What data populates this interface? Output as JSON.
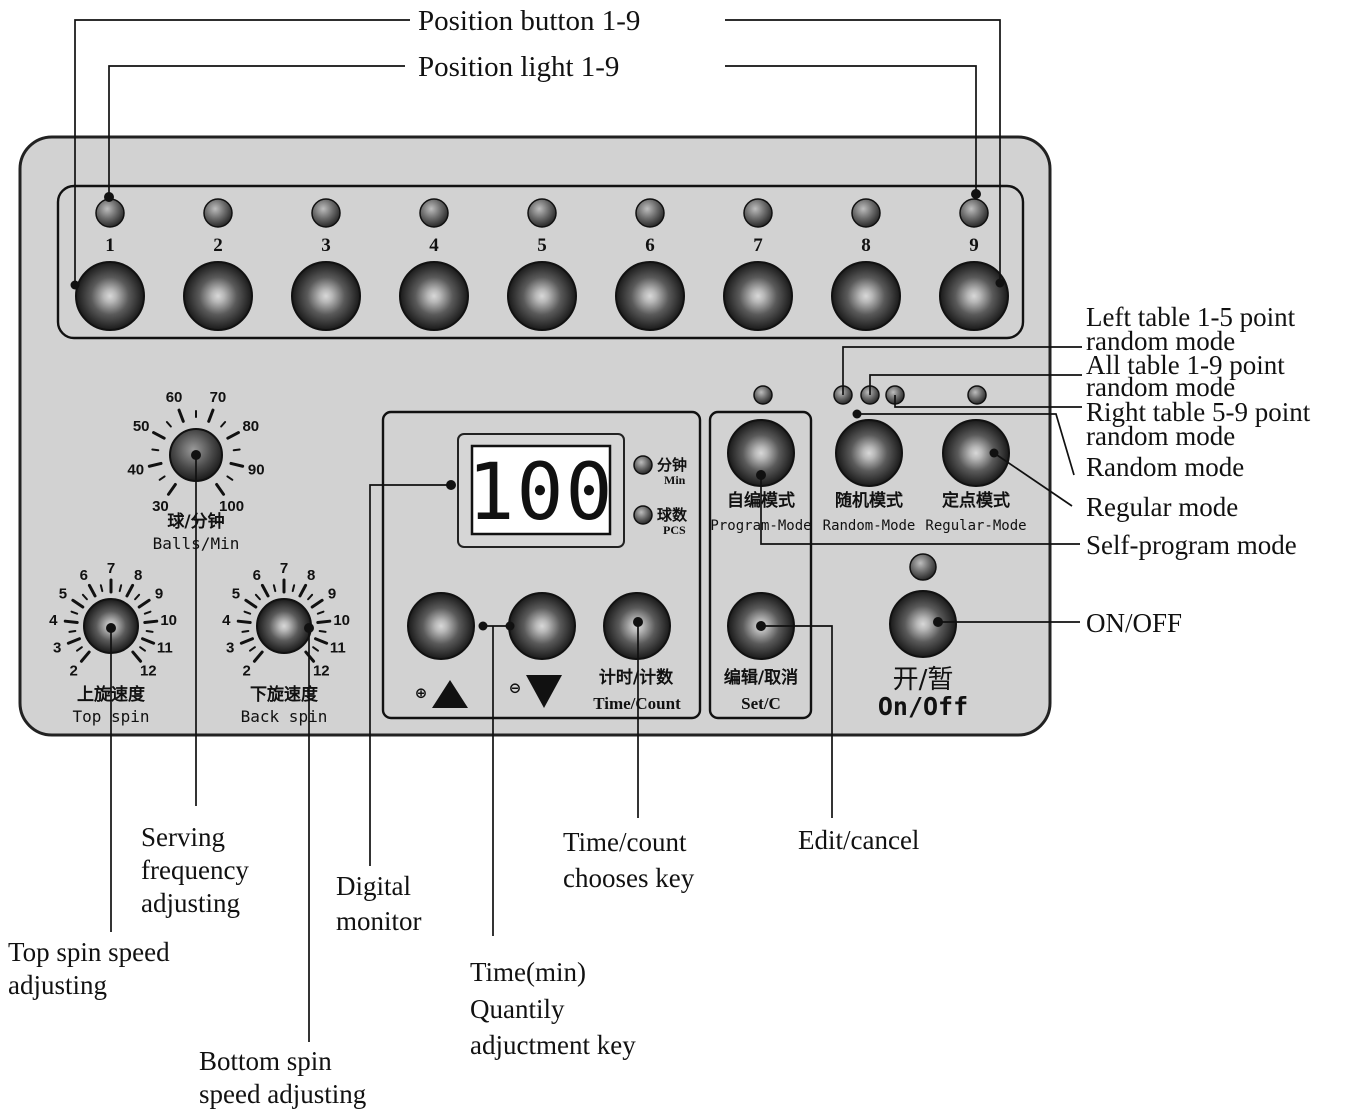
{
  "callouts": {
    "position_button": "Position button 1-9",
    "position_light": "Position light  1-9",
    "left_table_line1": "Left  table 1-5 point",
    "left_table_line2": "random mode",
    "all_table_line1": "All table 1-9 point",
    "all_table_line2": "random mode",
    "right_table_line1": "Right table 5-9 point",
    "right_table_line2": "random mode",
    "random_mode": "Random mode",
    "regular_mode": "Regular mode",
    "self_program_mode": "Self-program mode",
    "on_off": "ON/OFF",
    "serving_line1": "Serving",
    "serving_line2": "frequency",
    "serving_line3": "adjusting",
    "topspin_line1": "Top spin speed",
    "topspin_line2": "adjusting",
    "bottomspin_line1": "Bottom spin",
    "bottomspin_line2": "speed adjusting",
    "digital_line1": "Digital",
    "digital_line2": "monitor",
    "time_line1": "Time(min)",
    "time_line2": "Quantily",
    "time_line3": "adjuctment key",
    "timecount_line1": "Time/count",
    "timecount_line2": "chooses key",
    "edit_cancel": "Edit/cancel"
  },
  "positions": [
    "1",
    "2",
    "3",
    "4",
    "5",
    "6",
    "7",
    "8",
    "9"
  ],
  "frequency_dial": {
    "scale": [
      "30",
      "40",
      "50",
      "60",
      "70",
      "80",
      "90",
      "100"
    ],
    "label_zh": "球/分钟",
    "label_en": "Balls/Min"
  },
  "topspin_dial": {
    "scale": [
      "2",
      "3",
      "4",
      "5",
      "6",
      "7",
      "8",
      "9",
      "10",
      "11",
      "12"
    ],
    "label_zh": "上旋速度",
    "label_en": "Top spin"
  },
  "backspin_dial": {
    "scale": [
      "2",
      "3",
      "4",
      "5",
      "6",
      "7",
      "8",
      "9",
      "10",
      "11",
      "12"
    ],
    "label_zh": "下旋速度",
    "label_en": "Back spin"
  },
  "display": {
    "value": "100",
    "min_label_zh": "分钟",
    "min_label_en": "Min",
    "pcs_label_zh": "球数",
    "pcs_label_en": "PCS"
  },
  "keys": {
    "up_symbol": "⊕",
    "down_symbol": "⊖",
    "timecount_zh": "计时/计数",
    "timecount_en": "Time/Count",
    "program_zh": "自编模式",
    "program_en": "Program-Mode",
    "random_zh": "随机模式",
    "random_en": "Random-Mode",
    "regular_zh": "定点模式",
    "regular_en": "Regular-Mode",
    "set_zh": "编辑/取消",
    "set_en": "Set/C",
    "onoff_zh": "开/暂",
    "onoff_en": "On/Off"
  },
  "colors": {
    "panel": "#d2d2d2",
    "button_dark": "#1e1e1e",
    "button_light": "#cfcfcf",
    "led": "#6a6a6a"
  }
}
